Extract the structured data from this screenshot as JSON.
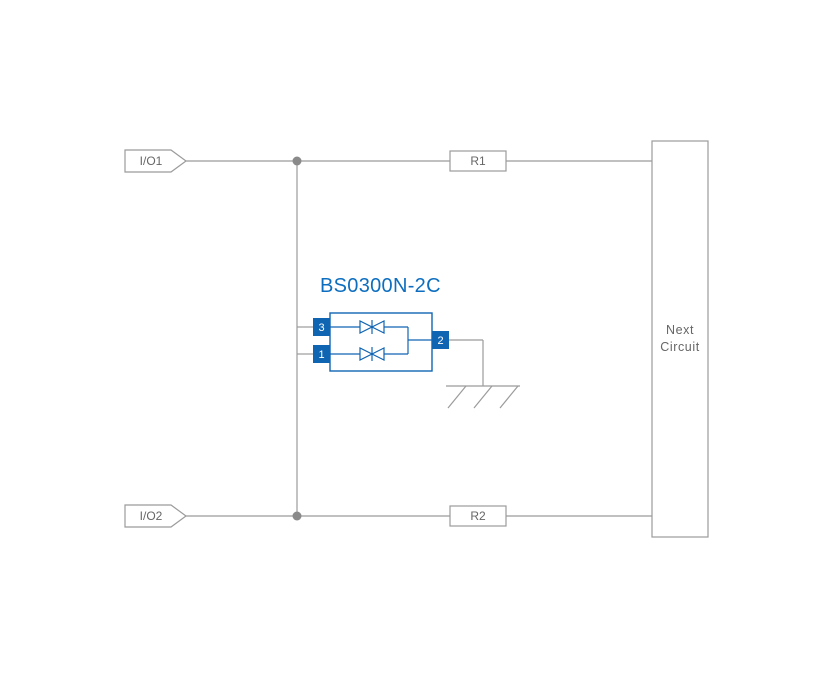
{
  "diagram": {
    "title": "BS0300N-2C",
    "connectors": {
      "io1": "I/O1",
      "io2": "I/O2"
    },
    "resistors": {
      "r1": "R1",
      "r2": "R2"
    },
    "next_circuit": {
      "line1": "Next",
      "line2": "Circuit"
    },
    "component": {
      "label": "BS0300N-2C",
      "pin3": "3",
      "pin1": "1",
      "pin2": "2"
    },
    "colors": {
      "wire_gray": "#9b9b9b",
      "text_gray": "#666666",
      "component_blue": "#1065b3",
      "label_blue": "#0d6ebf",
      "junction_gray": "#8a8a8a",
      "background": "#ffffff"
    }
  }
}
